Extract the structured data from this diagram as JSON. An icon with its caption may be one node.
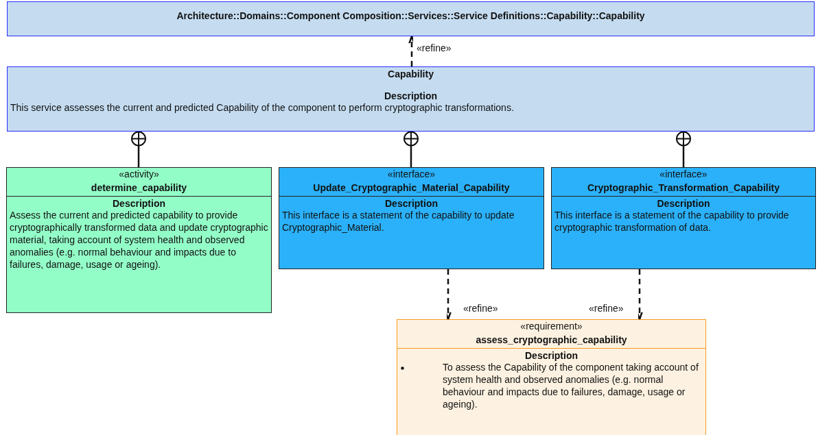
{
  "diagram": {
    "nodes": [
      {
        "text": [
          "Architecture::Domains::Component Composition::Services::Service Definitions::Capability::Capability"
        ]
      },
      {
        "text": [
          "Capability",
          "Description",
          "This service assesses the current and predicted Capability of the component to perform cryptographic transformations."
        ]
      },
      {
        "text": [
          "«activity»",
          "determine_capability",
          "Description",
          "Assess the current and predicted capability to provide cryptographically transformed data and update cryptographic material, taking account of system health and observed anomalies (e.g. normal behaviour and impacts due to failures, damage, usage or ageing)."
        ]
      },
      {
        "text": [
          "«interface»",
          "Update_Cryptographic_Material_Capability",
          "Description",
          "This interface is a statement of the capability to update Cryptographic_Material."
        ]
      },
      {
        "text": [
          "«interface»",
          "Cryptographic_Transformation_Capability",
          "Description",
          "This interface is a statement of the capability to provide cryptographic transformation of data."
        ]
      },
      {
        "text": [
          "«requirement»",
          "assess_cryptographic_capability",
          "Description",
          "To assess the Capability of the component taking account of system health and observed anomalies (e.g. normal behaviour and impacts due to failures, damage, usage or ageing)."
        ]
      }
    ],
    "edges": [
      {
        "from": 1,
        "to": 0,
        "arrow": "to",
        "label": "«refine»",
        "style": "dashed"
      },
      {
        "from": 2,
        "to": 1,
        "arrow": "other"
      },
      {
        "from": 3,
        "to": 1,
        "arrow": "other"
      },
      {
        "from": 4,
        "to": 1,
        "arrow": "other"
      },
      {
        "from": 3,
        "to": 5,
        "arrow": "to",
        "label": "«refine»",
        "style": "dashed"
      },
      {
        "from": 4,
        "to": 5,
        "arrow": "to",
        "label": "«refine»",
        "style": "dashed"
      }
    ]
  }
}
